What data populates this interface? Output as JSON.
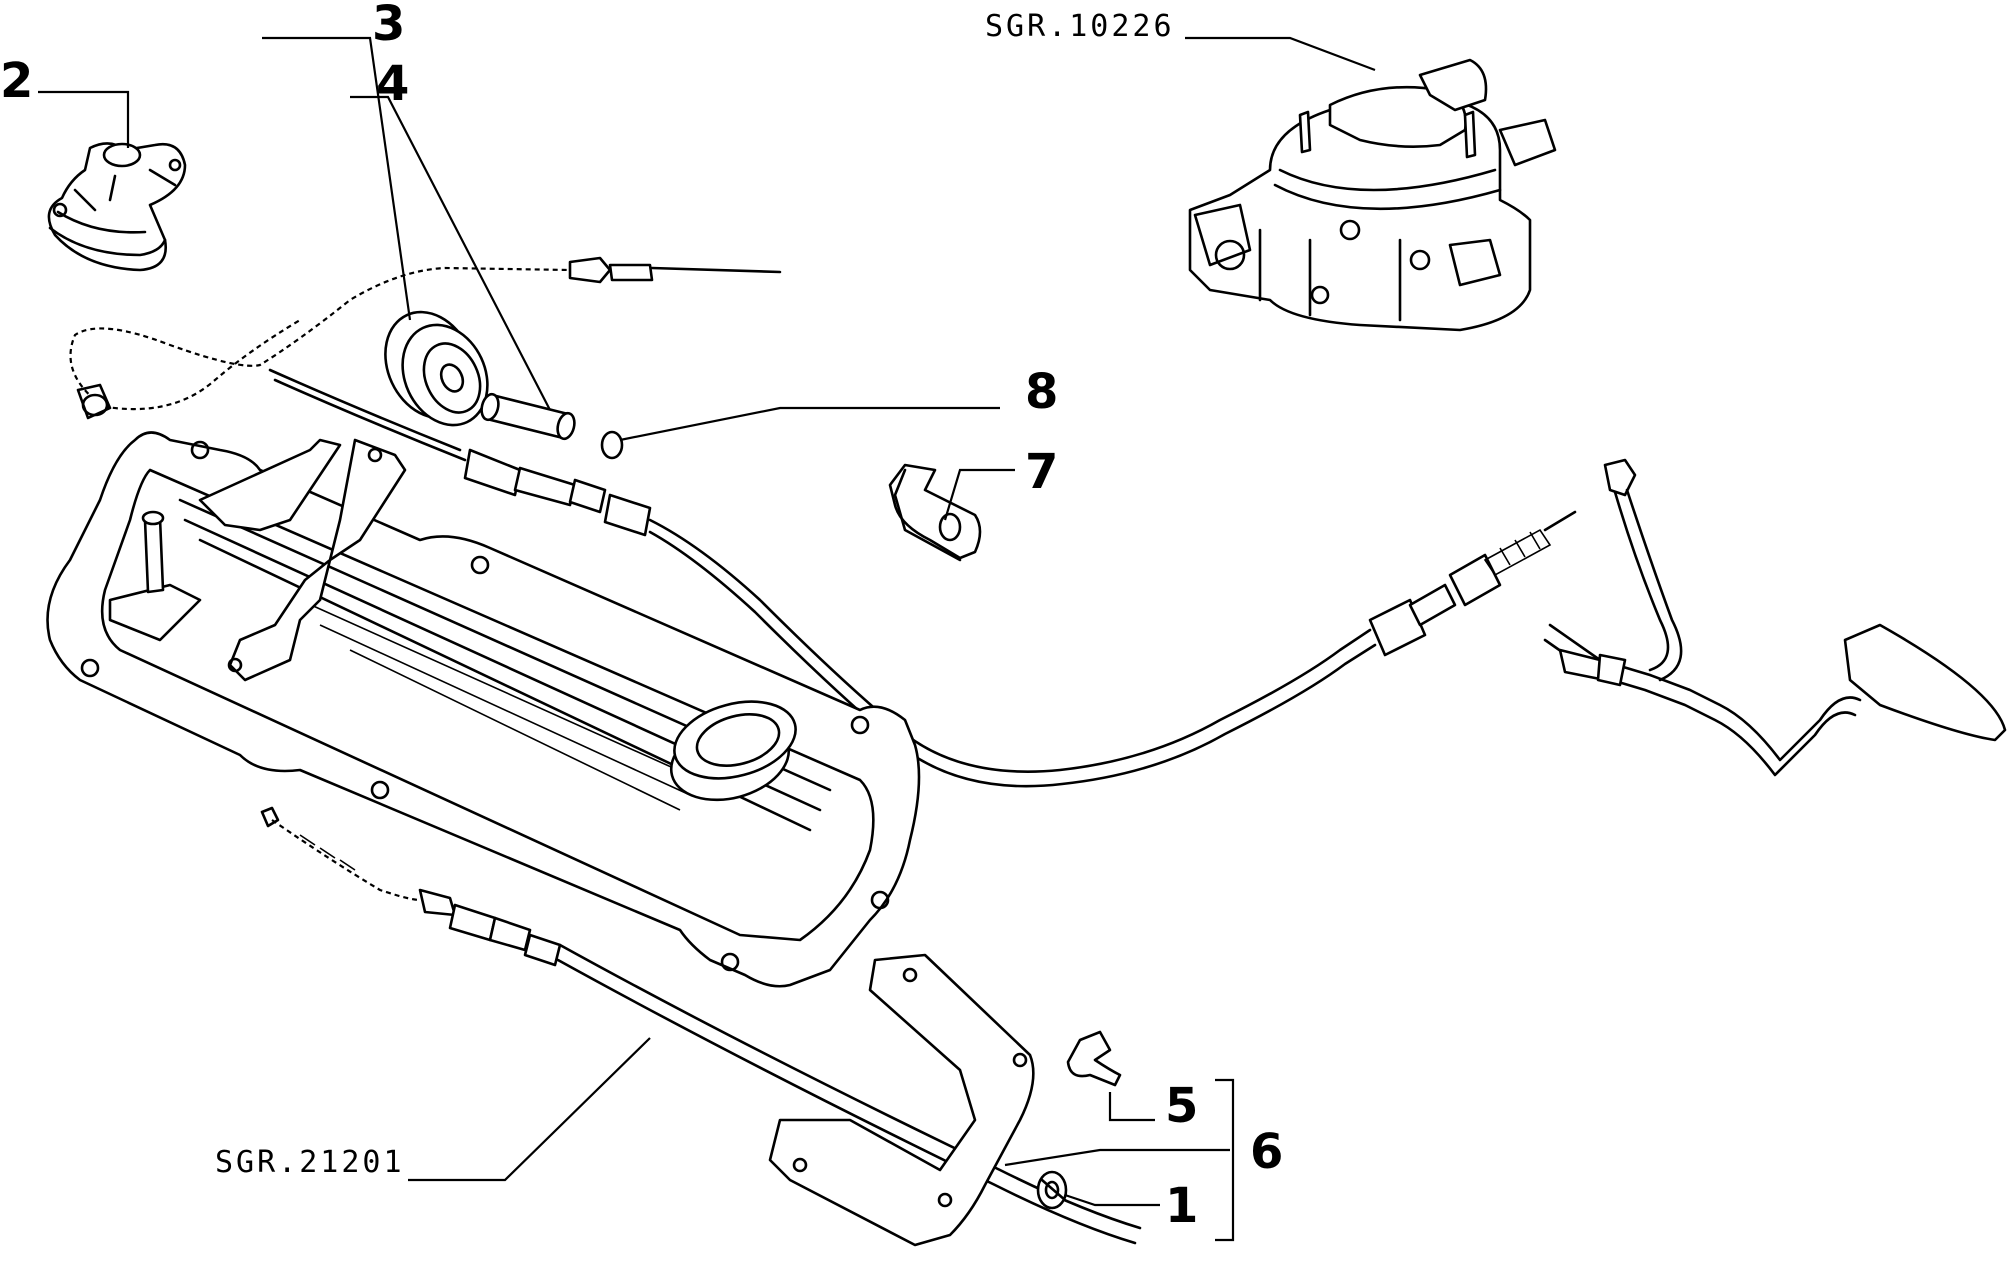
{
  "diagram": {
    "part_numbers": {
      "p1": "1",
      "p2": "2",
      "p3": "3",
      "p4": "4",
      "p5": "5",
      "p6": "6",
      "p7": "7",
      "p8": "8"
    },
    "references": {
      "carburettor": "SGR.10226",
      "cable": "SGR.21201"
    }
  }
}
